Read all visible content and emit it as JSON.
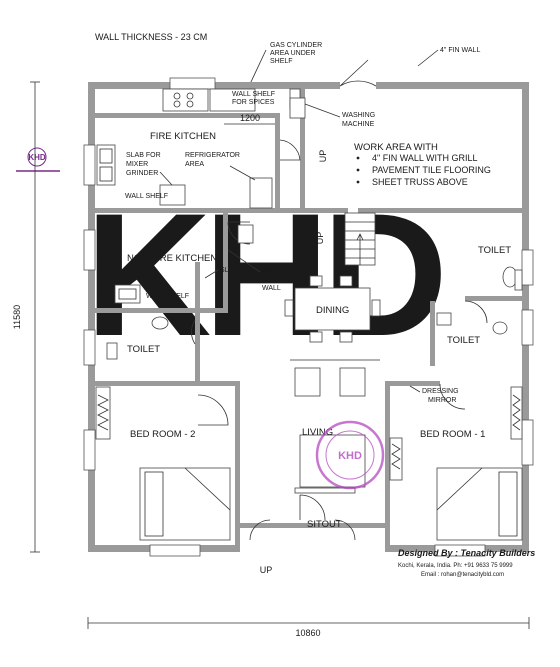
{
  "header": {
    "wall_thickness": "WALL THICKNESS - 23 CM",
    "gas_cylinder": [
      "GAS CYLINDER",
      "AREA UNDER",
      "SHELF"
    ],
    "fin_wall": "4\" FIN WALL"
  },
  "rooms": {
    "fire_kitchen": "FIRE KITCHEN",
    "non_fire_kitchen": "NON-FIRE KITCHEN",
    "dining": "DINING",
    "living": "LIVING",
    "sitout": "SITOUT",
    "toilet_left": "TOILET",
    "toilet_right_top": "TOILET",
    "toilet_right_mid": "TOILET",
    "bed_room_1": "BED ROOM - 1",
    "bed_room_2": "BED ROOM - 2"
  },
  "labels": {
    "wall_shelf_spices": [
      "WALL SHELF",
      "FOR SPICES"
    ],
    "dim_1200": "1200",
    "washing_machine": [
      "WASHING",
      "MACHINE"
    ],
    "slab_mixer": [
      "SLAB FOR",
      "MIXER",
      "GRINDER"
    ],
    "refrigerator": [
      "REFRIGERATOR",
      "AREA"
    ],
    "wall_shelf_1": "WALL SHELF",
    "wall_shelf_2": "WALL SHELF",
    "slab": "SLAB",
    "small_partition": [
      "SMALL",
      "PARTITION",
      "WALL"
    ],
    "dressing_mirror": [
      "DRESSING",
      "MIRROR"
    ],
    "up_1": "UP",
    "up_2": "UP",
    "up_3": "UP"
  },
  "work_area": {
    "title": "WORK AREA WITH",
    "bullets": [
      "4\" FIN WALL WITH GRILL",
      "PAVEMENT TILE FLOORING",
      "SHEET TRUSS ABOVE"
    ]
  },
  "dimensions": {
    "width": "10860",
    "height": "11580"
  },
  "logo_text": "KHD",
  "watermark": "KHD",
  "credits": {
    "designed_by": "Designed By : Tenacity Builders",
    "address": "Kochi, Kerala, India.  Ph: +91 9633 75 9999",
    "email": "Email : rohan@tenacitybld.com"
  },
  "colors": {
    "wall": "#9a9a9a",
    "credit_accent": "#d0268a",
    "stamp": "#b44ac0"
  }
}
